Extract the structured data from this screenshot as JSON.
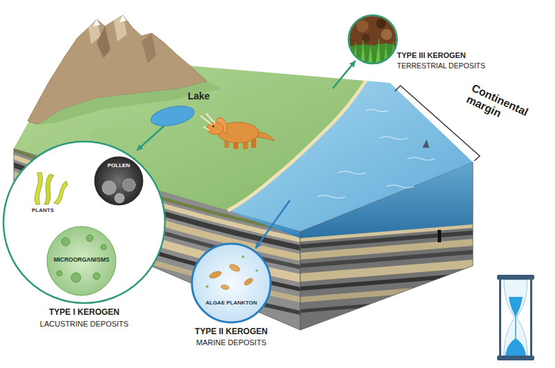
{
  "diagram": {
    "nodes": [
      {
        "text": [
          "TYPE III KEROGEN",
          "TERRESTRIAL DEPOSITS"
        ]
      },
      {
        "text": [
          "TYPE I KEROGEN",
          "LACUSTRINE DEPOSITS"
        ]
      },
      {
        "text": [
          "POLLEN"
        ],
        "in": 1
      },
      {
        "text": [
          "MICROORGANISMS"
        ],
        "in": 1
      },
      {
        "text": [
          "ALGAE PLANKTON",
          "TYPE II KEROGEN",
          "MARINE DEPOSITS"
        ]
      }
    ],
    "labels": [
      "Lake",
      "Continental margin",
      "PLANTS"
    ]
  }
}
